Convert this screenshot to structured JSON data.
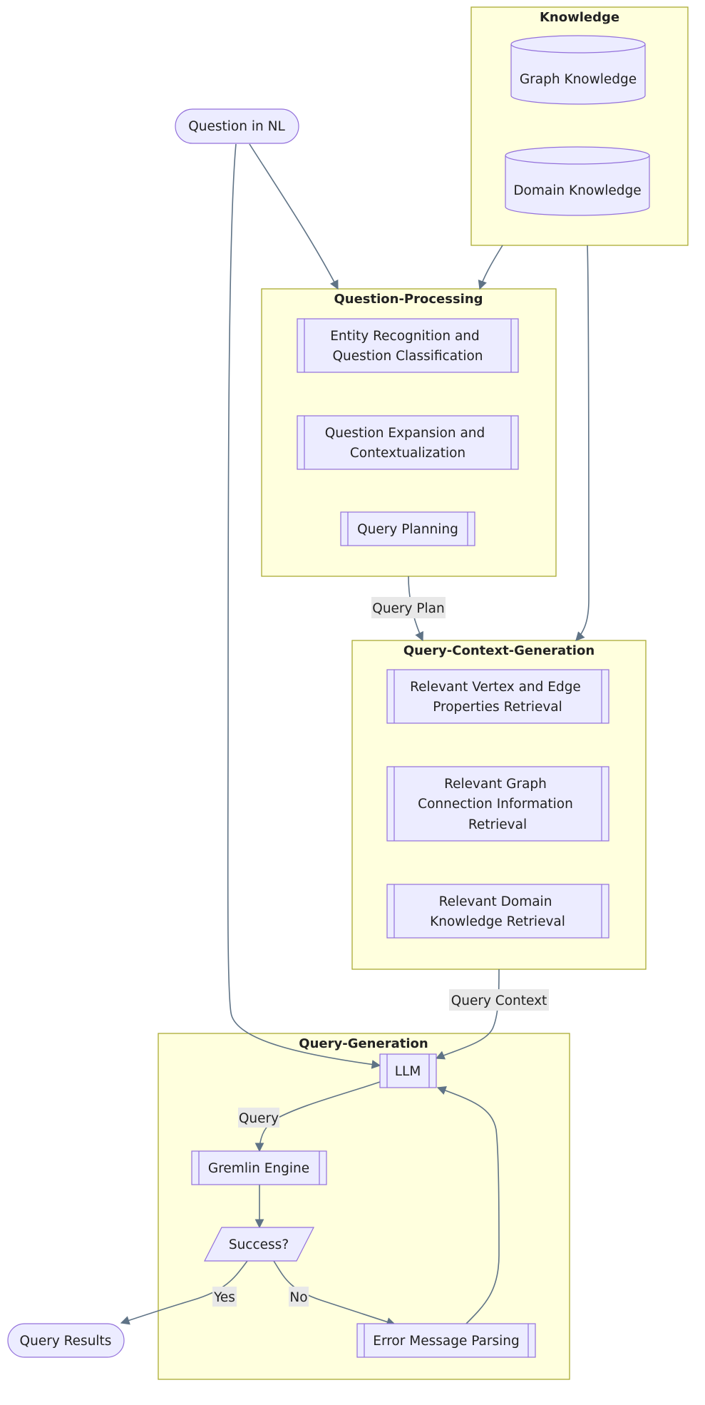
{
  "clusters": {
    "knowledge": "Knowledge",
    "question_processing": "Question-Processing",
    "query_context_generation": "Query-Context-Generation",
    "query_generation": "Query-Generation"
  },
  "nodes": {
    "question_nl": "Question in NL",
    "graph_knowledge": "Graph Knowledge",
    "domain_knowledge": "Domain Knowledge",
    "entity_recognition": [
      "Entity Recognition and",
      "Question Classification"
    ],
    "question_expansion": [
      "Question Expansion and",
      "Contextualization"
    ],
    "query_planning": "Query Planning",
    "vertex_edge": [
      "Relevant Vertex and Edge",
      "Properties Retrieval"
    ],
    "graph_connection": [
      "Relevant Graph",
      "Connection Information",
      "Retrieval"
    ],
    "domain_retrieval": [
      "Relevant Domain",
      "Knowledge Retrieval"
    ],
    "llm": "LLM",
    "gremlin": "Gremlin Engine",
    "success": "Success?",
    "error_parsing": "Error Message Parsing",
    "query_results": "Query Results"
  },
  "edge_labels": {
    "query_plan": "Query Plan",
    "query_context": "Query Context",
    "query": "Query",
    "yes": "Yes",
    "no": "No"
  },
  "colors": {
    "cluster_fill": "#ffffde",
    "cluster_stroke": "#aaaa33",
    "node_fill": "#ececff",
    "node_stroke": "#9370db",
    "edge": "#5f7386"
  }
}
